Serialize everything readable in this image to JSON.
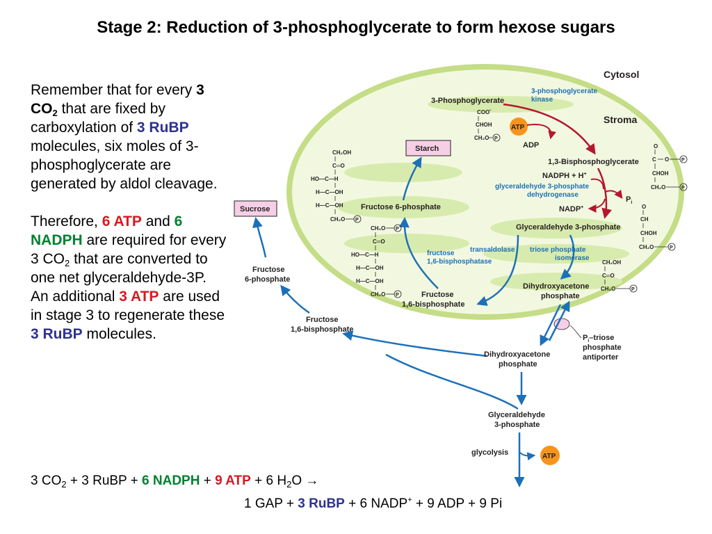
{
  "slide": {
    "title": "Stage 2: Reduction of 3-phosphoglycerate to form hexose sugars"
  },
  "text": {
    "p1": {
      "a": "Remember that for every ",
      "co2": "3 CO",
      "co2_sub": "2",
      "b": " that are fixed by carboxylation of ",
      "rubp": "3 RuBP",
      "c": " molecules, six moles of 3-phosphoglycerate are generated by aldol cleavage."
    },
    "p2": {
      "a": "Therefore, ",
      "atp": "6 ATP",
      "b": " and ",
      "nadph": "6 NADPH",
      "c": " are required for every 3 CO",
      "c_sub": "2",
      "d": " that are converted to one net glyceraldehyde-3P. An additional ",
      "atp2": "3 ATP",
      "e": " are used in stage 3 to regenerate these ",
      "rubp": "3 RuBP",
      "f": " molecules."
    }
  },
  "equation": {
    "line1": {
      "a": "3 CO",
      "a_sub": "2",
      "b": " + 3 RuBP + ",
      "nadph": "6 NADPH",
      "c": " + ",
      "atp": "9 ATP",
      "d": " + 6 H",
      "d_sub": "2",
      "e": "O →"
    },
    "line2": {
      "a": "1 GAP + ",
      "rubp": "3 RuBP",
      "b": " + 6 NADP",
      "b_sup": "+",
      "c": " + 9 ADP + 9 Pi"
    }
  },
  "diagram": {
    "cytosol": "Cytosol",
    "stroma": "Stroma",
    "pga": "3-Phosphoglycerate",
    "pga_kinase_1": "3-phosphoglycerate",
    "pga_kinase_2": "kinase",
    "atp": "ATP",
    "adp": "ADP",
    "bpg": "1,3-Bisphosphoglycerate",
    "nadph_h": "NADPH + H",
    "nadph_h_sup": "+",
    "g3pdh_1": "glyceraldehyde 3-phosphate",
    "g3pdh_2": "dehydrogenase",
    "nadp": "NADP",
    "nadp_sup": "+",
    "pi": "P",
    "pi_sub": "i",
    "gap": "Glyceraldehyde 3-phosphate",
    "tpi_1": "triose phosphate",
    "tpi_2": "isomerase",
    "dhap_1": "Dihydroxyacetone",
    "dhap_2": "phosphate",
    "transaldolase": "transaldolase",
    "fbpase_1": "fructose",
    "fbpase_2": "1,6-bisphosphatase",
    "fbp_1": "Fructose",
    "fbp_2": "1,6-bisphosphate",
    "f6p": "Fructose 6-phosphate",
    "starch": "Starch",
    "sucrose": "Sucrose",
    "f6p_cyt_1": "Fructose",
    "f6p_cyt_2": "6-phosphate",
    "fbp_cyt_1": "Fructose",
    "fbp_cyt_2": "1,6-bisphosphate",
    "dhap_cyt_1": "Dihydroxyacetone",
    "dhap_cyt_2": "phosphate",
    "antiporter_1": "P",
    "antiporter_1_sub": "i",
    "antiporter_1b": "–triose",
    "antiporter_2": "phosphate",
    "antiporter_3": "antiporter",
    "gap_cyt_1": "Glyceraldehyde",
    "gap_cyt_2": "3-phosphate",
    "glycolysis": "glycolysis",
    "colors": {
      "blue_arrow": "#1d70b7",
      "red_arrow": "#b5172e",
      "chloroplast": "#c4dd86",
      "atp": "#f7941d",
      "box_fill": "#f6cfe6"
    },
    "structures": {
      "coo": "COO",
      "coo_sup": "−",
      "c": "C",
      "co": "C═O",
      "ch": "CH",
      "choh": "CHOH",
      "ch2o": "CH₂O",
      "ch2oh": "CH₂OH",
      "ho_c": "HO—C—H",
      "h_c_oh": "H—C—OH",
      "p": "P",
      "o": "O"
    }
  }
}
